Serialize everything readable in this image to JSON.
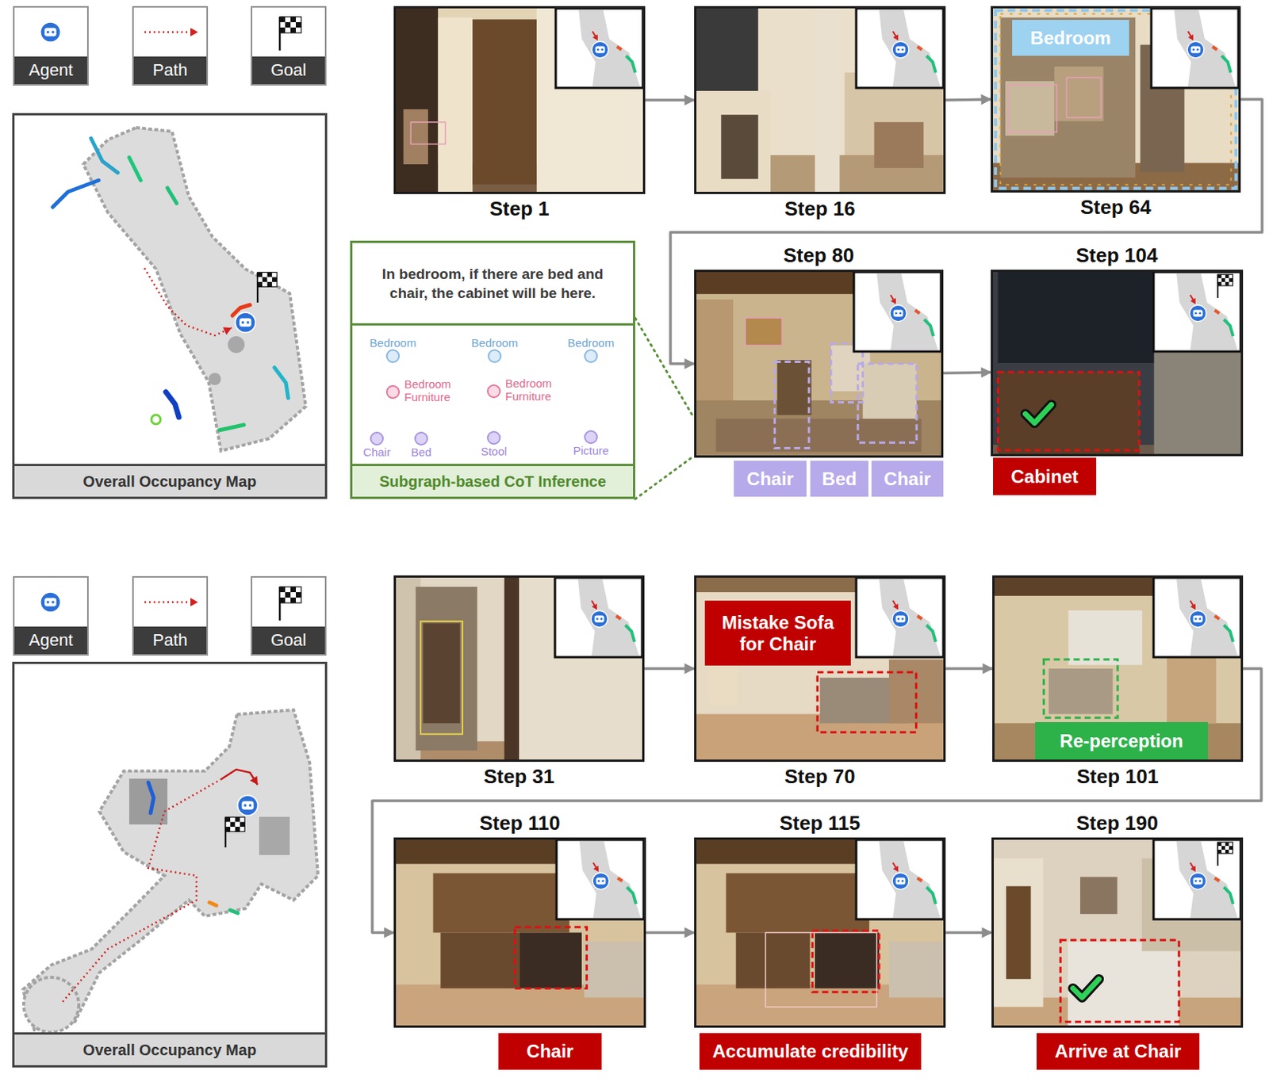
{
  "diagram": {
    "nodes": [
      {
        "text": [
          "Overall Occupancy Map"
        ]
      },
      {
        "text": [
          "Step 1"
        ]
      },
      {
        "text": [
          "Step 16"
        ]
      },
      {
        "text": [
          "Step 64"
        ]
      },
      {
        "text": [
          "Bedroom"
        ],
        "in": 3
      },
      {
        "text": [
          "In bedroom, if there are bed and chair, the cabinet will be here.",
          "Subgraph-based CoT Inference"
        ]
      },
      {
        "text": [
          "Bedroom"
        ],
        "in": 5
      },
      {
        "text": [
          "Bedroom Furniture"
        ],
        "in": 5
      },
      {
        "text": [
          "Chair"
        ],
        "in": 5
      },
      {
        "text": [
          "Bed"
        ],
        "in": 5
      },
      {
        "text": [
          "Bedroom"
        ],
        "in": 5
      },
      {
        "text": [
          "Bedroom Furniture"
        ],
        "in": 5
      },
      {
        "text": [
          "Stool"
        ],
        "in": 5
      },
      {
        "text": [
          "Bedroom"
        ],
        "in": 5
      },
      {
        "text": [
          "Picture"
        ],
        "in": 5
      },
      {
        "text": [
          "Step 80"
        ]
      },
      {
        "text": [
          "Chair"
        ]
      },
      {
        "text": [
          "Bed"
        ]
      },
      {
        "text": [
          "Chair"
        ]
      },
      {
        "text": [
          "Step 104"
        ]
      },
      {
        "text": [
          "Cabinet"
        ]
      },
      {
        "text": [
          "Overall Occupancy Map"
        ]
      },
      {
        "text": [
          "Step 31"
        ]
      },
      {
        "text": [
          "Step 70"
        ]
      },
      {
        "text": [
          "Mistake Sofa for Chair"
        ],
        "in": 23
      },
      {
        "text": [
          "Step 101"
        ]
      },
      {
        "text": [
          "Re-perception"
        ],
        "in": 25
      },
      {
        "text": [
          "Step 110"
        ]
      },
      {
        "text": [
          "Step 115"
        ]
      },
      {
        "text": [
          "Step 190"
        ]
      },
      {
        "text": [
          "Chair"
        ]
      },
      {
        "text": [
          "Accumulate credibility"
        ]
      },
      {
        "text": [
          "Arrive at Chair"
        ]
      }
    ],
    "edges": [
      {
        "from": 1,
        "to": 2,
        "arrow": "to"
      },
      {
        "from": 2,
        "to": 3,
        "arrow": "to"
      },
      {
        "from": 3,
        "to": 15,
        "arrow": "to"
      },
      {
        "from": 15,
        "to": 19,
        "arrow": "to"
      },
      {
        "from": 5,
        "to": 15,
        "arrow": "none"
      },
      {
        "from": 5,
        "to": 15,
        "arrow": "none"
      },
      {
        "from": 6,
        "to": 7,
        "arrow": "to"
      },
      {
        "from": 7,
        "to": 8,
        "arrow": "to"
      },
      {
        "from": 7,
        "to": 9,
        "arrow": "to"
      },
      {
        "from": 8,
        "to": 9,
        "arrow": "none"
      },
      {
        "from": 10,
        "to": 11,
        "arrow": "to"
      },
      {
        "from": 11,
        "to": 12,
        "arrow": "to"
      },
      {
        "from": 13,
        "to": 14,
        "arrow": "to"
      },
      {
        "from": 22,
        "to": 23,
        "arrow": "to"
      },
      {
        "from": 23,
        "to": 25,
        "arrow": "to"
      },
      {
        "from": 25,
        "to": 27,
        "arrow": "to"
      },
      {
        "from": 27,
        "to": 28,
        "arrow": "to"
      },
      {
        "from": 28,
        "to": 29,
        "arrow": "to"
      }
    ],
    "legend": [
      {
        "text": "Agent"
      },
      {
        "text": "Path"
      },
      {
        "text": "Goal"
      },
      {
        "text": "Agent"
      },
      {
        "text": "Path"
      },
      {
        "text": "Goal"
      }
    ]
  }
}
